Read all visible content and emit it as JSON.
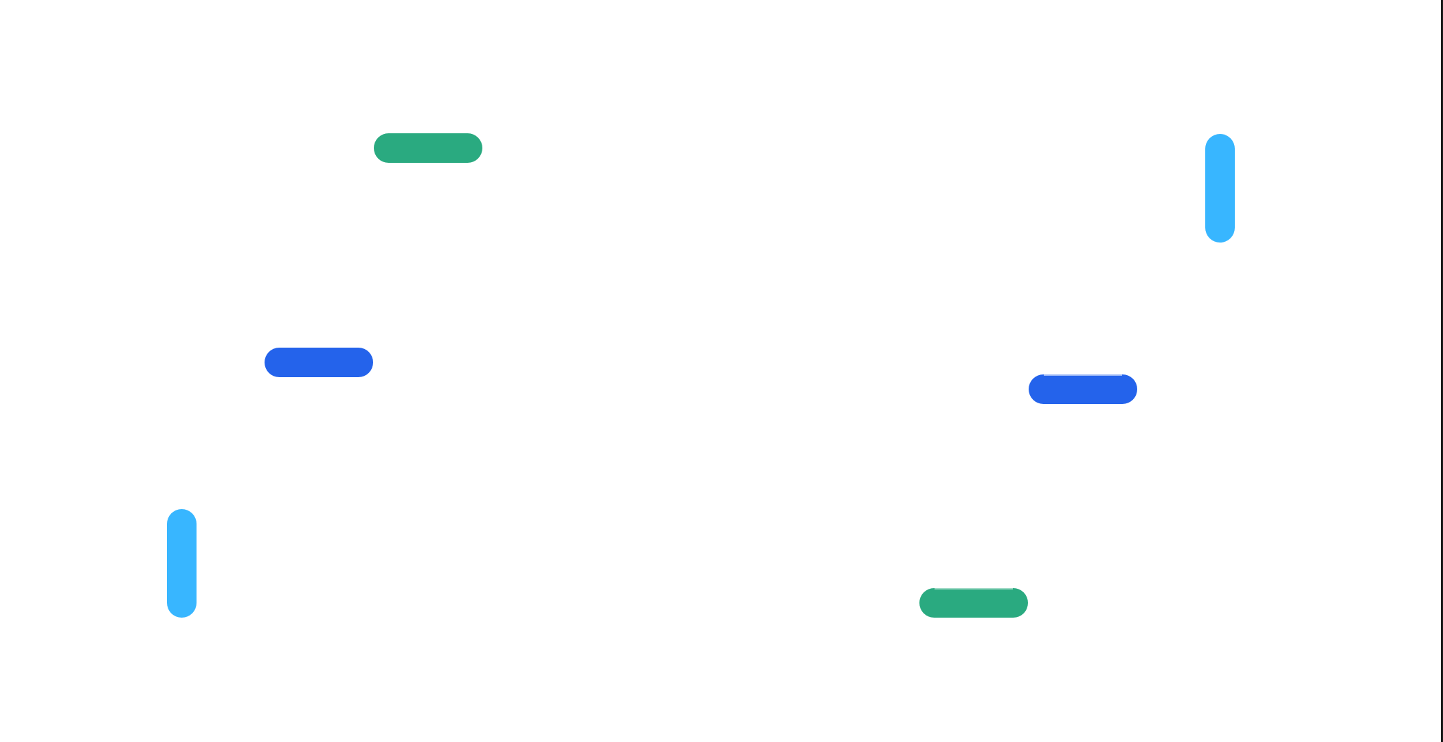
{
  "canvas": {
    "background": "#ffffff",
    "edge_rule_color": "#1b1b1b"
  },
  "palette": {
    "green": "#2aaa80",
    "blue": "#2463eb",
    "sky": "#38b6ff"
  },
  "shapes": [
    {
      "id": "green-pill-top",
      "orientation": "horizontal",
      "color": "green"
    },
    {
      "id": "sky-pill-top-right",
      "orientation": "vertical",
      "color": "sky"
    },
    {
      "id": "blue-pill-left",
      "orientation": "horizontal",
      "color": "blue"
    },
    {
      "id": "blue-pill-right",
      "orientation": "horizontal",
      "color": "blue"
    },
    {
      "id": "sky-pill-bottom-left",
      "orientation": "vertical",
      "color": "sky"
    },
    {
      "id": "green-pill-bottom",
      "orientation": "horizontal",
      "color": "green"
    }
  ]
}
